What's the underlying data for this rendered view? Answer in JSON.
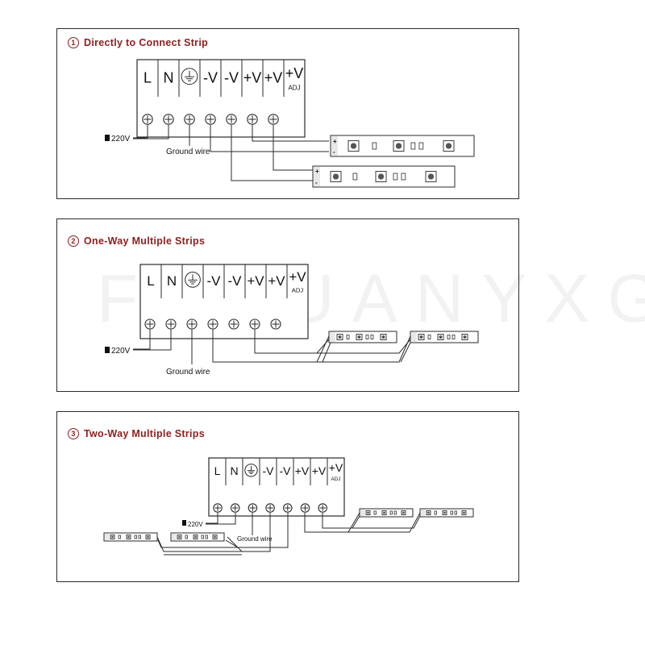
{
  "panels": [
    {
      "number": "1",
      "title": "Directly to Connect Strip"
    },
    {
      "number": "2",
      "title": "One-Way Multiple Strips"
    },
    {
      "number": "3",
      "title": "Two-Way Multiple Strips"
    }
  ],
  "terminals": [
    "L",
    "N",
    "⏚",
    "-V",
    "-V",
    "+V",
    "+V",
    "+V"
  ],
  "adj_label": "ADJ",
  "input_label": "220V",
  "ground_label": "Ground wire",
  "strip_plus": "+",
  "strip_minus": "-",
  "watermark": "FUXUANYXGS",
  "colors": {
    "title": "#8c1f1f",
    "line": "#2a2a2a"
  }
}
